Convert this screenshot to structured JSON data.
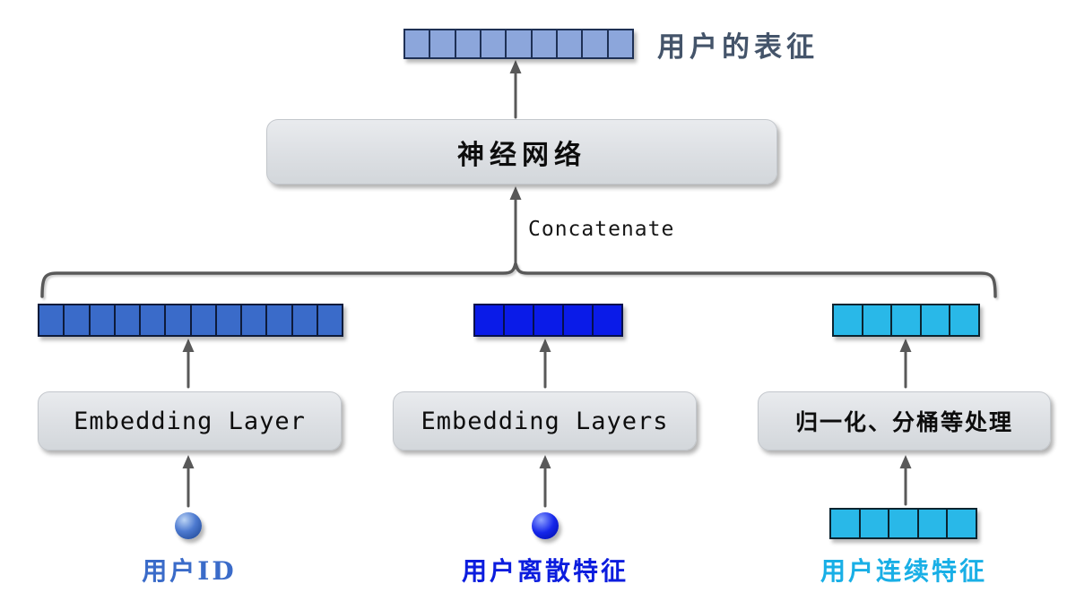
{
  "output": {
    "label": "用户的表征",
    "vector": {
      "cells": 9,
      "fill": "#8CA6DB",
      "border": "#1E3055"
    }
  },
  "network": {
    "label": "神经网络"
  },
  "concat": {
    "label": "Concatenate"
  },
  "branches": {
    "user_id": {
      "vector": {
        "cells": 12,
        "fill": "#3A6BC9",
        "border": "#0E1B3A"
      },
      "box_label": "Embedding Layer",
      "input_label": "用户ID"
    },
    "discrete": {
      "vector": {
        "cells": 5,
        "fill": "#0A1BE8",
        "border": "#05104D"
      },
      "box_label": "Embedding Layers",
      "input_label": "用户离散特征"
    },
    "continuous": {
      "vector": {
        "cells": 5,
        "fill": "#29B8E8",
        "border": "#0B2430"
      },
      "box_label": "归一化、分桶等处理",
      "input_vector": {
        "cells": 5,
        "fill": "#29B8E8",
        "border": "#0B2430"
      },
      "input_label": "用户连续特征"
    }
  },
  "colors": {
    "arrow": "#595959",
    "output_label": "#44546A",
    "label_user_id": "#3A6BC9",
    "label_discrete": "#0C1DDE",
    "label_continuous": "#19AFE6",
    "box_background": "#DDE0E4"
  }
}
